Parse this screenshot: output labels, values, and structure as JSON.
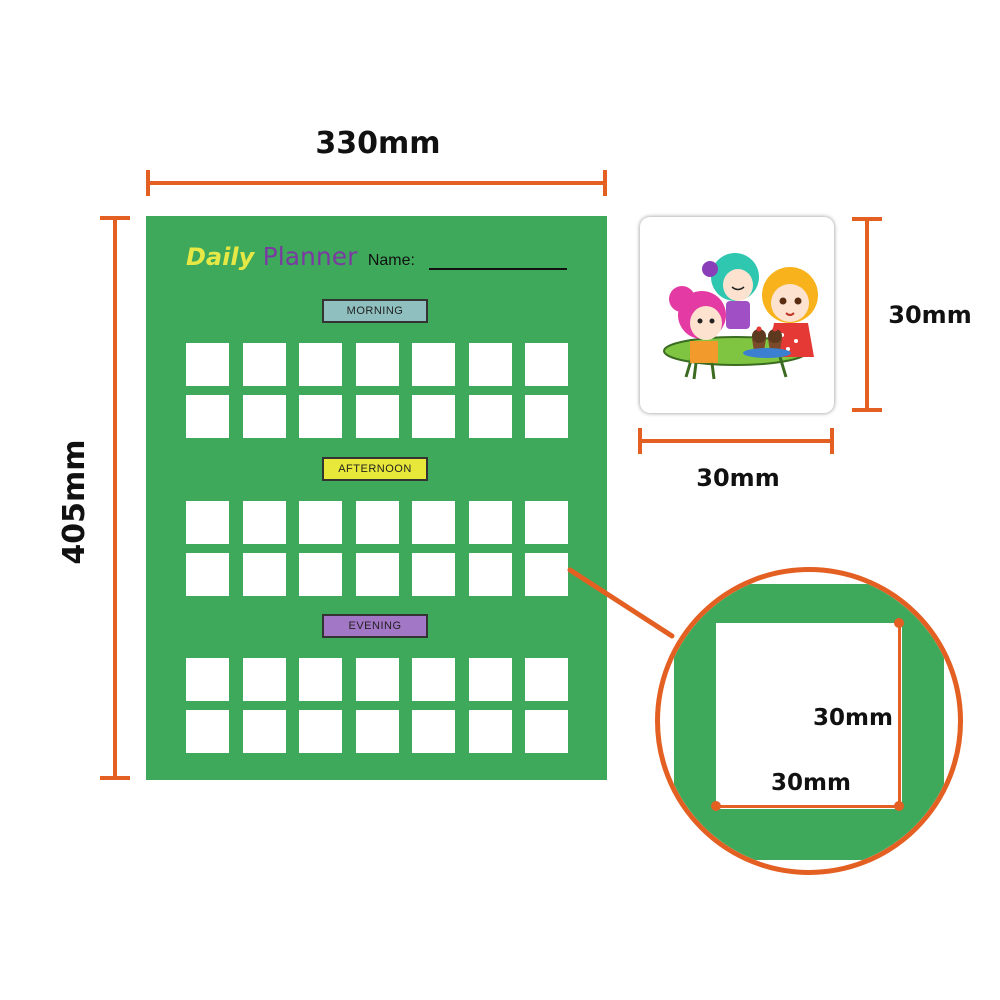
{
  "dimensions": {
    "board_width": "330mm",
    "board_height": "405mm",
    "sticker_width": "30mm",
    "sticker_height": "30mm",
    "cell_height": "30mm",
    "cell_width": "30mm"
  },
  "planner": {
    "title_daily": "Daily",
    "title_planner": "Planner",
    "name_label": "Name:",
    "sections": [
      {
        "label": "MORNING",
        "color": "#8fbfbf",
        "rows": 2,
        "cols": 7
      },
      {
        "label": "AFTERNOON",
        "color": "#e8e83a",
        "rows": 2,
        "cols": 7
      },
      {
        "label": "EVENING",
        "color": "#a277c6",
        "rows": 2,
        "cols": 7
      }
    ]
  },
  "colors": {
    "board_green": "#3ea95a",
    "dimension_orange": "#e35f22"
  },
  "sticker": {
    "illustration": "three-cartoon-girls-with-cupcakes"
  }
}
